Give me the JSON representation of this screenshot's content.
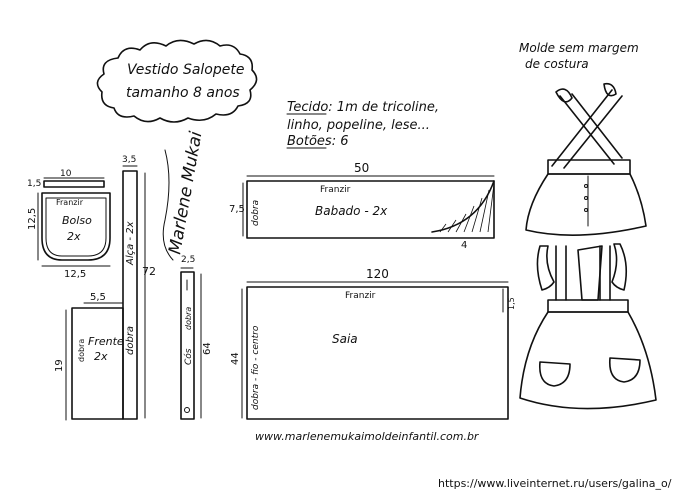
{
  "title_cloud": {
    "line1": "Vestido Salopete",
    "line2": "tamanho 8 anos"
  },
  "fabric": {
    "line1": "Tecido: 1m de tricoline,",
    "line2": "linho, popeline, lese...",
    "line3": "Botões: 6"
  },
  "model_note": {
    "line1": "Molde sem margem",
    "line2": "de costura"
  },
  "signature": "Marlene Mukai",
  "footer_url": "www.marlenemukaimoldeinfantil.com.br",
  "watermark_url": "https://www.liveinternet.ru/users/galina_o/",
  "pieces": {
    "tab": {
      "label": "Franzir",
      "width": "10",
      "height": "1,5"
    },
    "bolso": {
      "name": "Bolso",
      "count": "2x",
      "height": "12,5",
      "width": "12,5"
    },
    "alca": {
      "name": "Alça - 2x",
      "width": "3,5",
      "length": "72",
      "fold": "dobra"
    },
    "frente": {
      "name": "Frente",
      "count": "2x",
      "width": "5,5",
      "height": "19"
    },
    "cos": {
      "name": "Cós",
      "width": "2,5",
      "length": "64",
      "fold": "dobra"
    },
    "babado": {
      "name": "Babado - 2x",
      "gather": "Franzir",
      "width": "50",
      "height": "7,5",
      "fold": "dobra",
      "cut": "4"
    },
    "saia": {
      "name": "Saia",
      "gather": "Franzir",
      "width": "120",
      "height": "44",
      "fold": "dobra - fio - centro",
      "side": "1,5"
    }
  }
}
